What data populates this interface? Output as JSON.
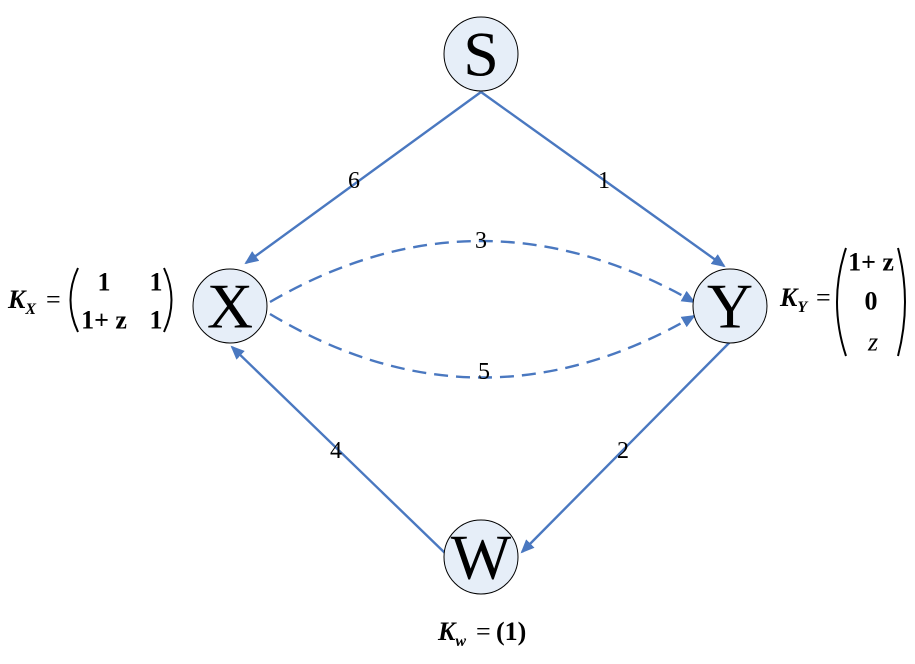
{
  "nodes": {
    "S": "S",
    "X": "X",
    "Y": "Y",
    "W": "W"
  },
  "edges": {
    "s_to_x": "6",
    "s_to_y": "1",
    "x_to_y_top": "3",
    "x_to_y_bottom": "5",
    "w_to_x": "4",
    "y_to_w": "2"
  },
  "matrices": {
    "kx": {
      "symbol": "K",
      "subscript": "X",
      "equals": "=",
      "rows": [
        [
          "1",
          "1"
        ],
        [
          "1+ z",
          "1"
        ]
      ]
    },
    "ky": {
      "symbol": "K",
      "subscript": "Y",
      "equals": "=",
      "rows": [
        [
          "1+ z"
        ],
        [
          "0"
        ],
        [
          "z"
        ]
      ]
    },
    "kw": {
      "symbol": "K",
      "subscript": "w",
      "equals": "=",
      "value": "(1)"
    }
  },
  "colors": {
    "edge": "#4a78c0",
    "node_fill": "#e6eef8",
    "node_stroke": "#000000"
  }
}
